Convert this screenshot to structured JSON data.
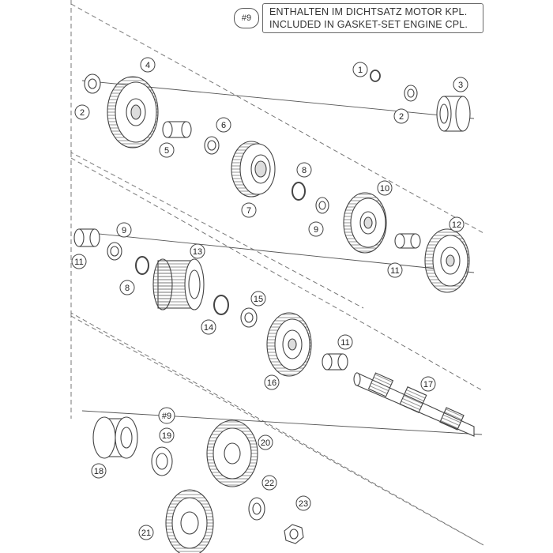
{
  "note": {
    "ref": "#9",
    "line1": "ENTHALTEN IM DICHTSATZ MOTOR KPL.",
    "line2": "INCLUDED IN GASKET-SET ENGINE CPL."
  },
  "callouts": {
    "c1": "1",
    "c2a": "2",
    "c2b": "2",
    "c3": "3",
    "c4": "4",
    "c5": "5",
    "c6": "6",
    "c7": "7",
    "c8a": "8",
    "c8b": "8",
    "c9a": "9",
    "c9b": "9",
    "c10": "10",
    "c11a": "11",
    "c11b": "11",
    "c11c": "11",
    "c12": "12",
    "c13": "13",
    "c14": "14",
    "c15": "15",
    "c16": "16",
    "c17": "17",
    "c18": "18",
    "c9c": "#9",
    "c19": "19",
    "c20": "20",
    "c21": "21",
    "c22": "22",
    "c23": "23"
  },
  "colors": {
    "line": "#555555",
    "part": "#444444",
    "dash": "#777777"
  }
}
